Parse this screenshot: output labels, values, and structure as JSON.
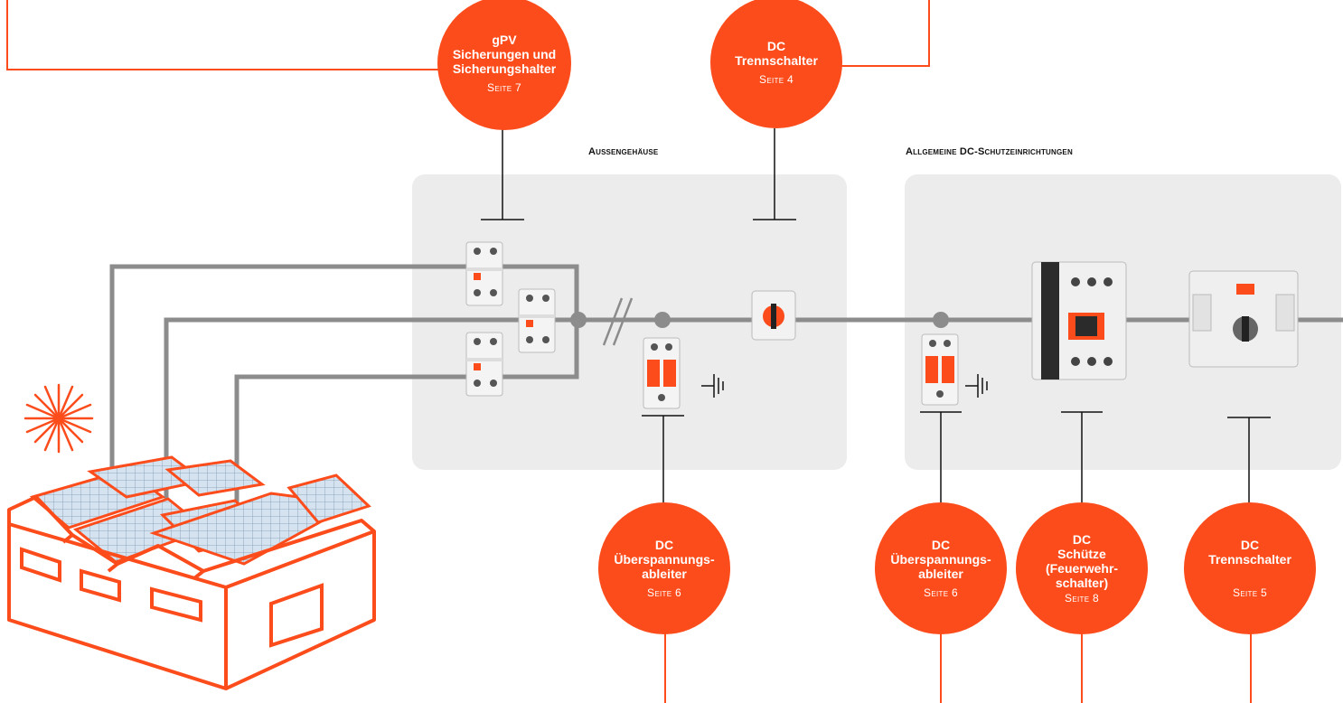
{
  "colors": {
    "accent": "#fc4c1b",
    "wire": "#8c8c8c",
    "box": "#ececec",
    "line": "#111111"
  },
  "sections": {
    "outdoor": "Außengehäuse",
    "general": "Allgemeine DC-Schutzeinrichtungen"
  },
  "bubbles": {
    "fuses": {
      "title": "gPV\nSicherungen und\nSicherungshalter",
      "page": "Seite 7"
    },
    "disconnector_top": {
      "title": "DC\nTrennschalter",
      "page": "Seite 4"
    },
    "spd_left": {
      "title": "DC\nÜberspannungs-\nableiter",
      "page": "Seite 6"
    },
    "spd_right": {
      "title": "DC\nÜberspannungs-\nableiter",
      "page": "Seite 6"
    },
    "contactor": {
      "title": "DC\nSchütze\n(Feuerwehr-\nschalter)",
      "page": "Seite 8"
    },
    "disconnector_right": {
      "title": "DC\nTrennschalter",
      "page": "Seite 5"
    }
  },
  "icons": [
    "sun-icon",
    "building-icon",
    "solar-panel-icon",
    "ground-symbol-icon",
    "fuse-holder-icon",
    "surge-arrester-icon",
    "rotary-disconnector-icon",
    "contactor-icon",
    "switch-disconnector-icon"
  ]
}
